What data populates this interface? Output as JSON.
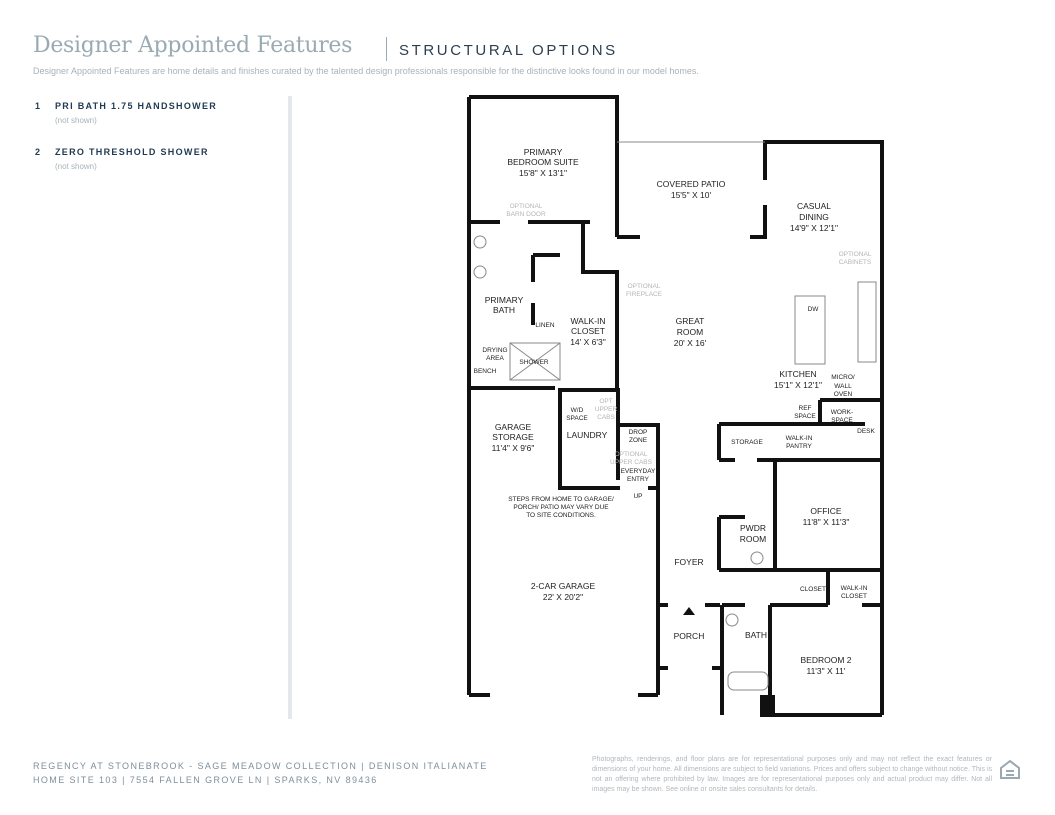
{
  "header": {
    "title": "Designer Appointed Features",
    "subtitle": "STRUCTURAL OPTIONS",
    "description": "Designer Appointed Features are home details and finishes curated by the talented design professionals responsible for the distinctive looks found in our model homes."
  },
  "options": [
    {
      "number": "1",
      "label": "PRI BATH 1.75 HANDSHOWER",
      "note": "(not shown)"
    },
    {
      "number": "2",
      "label": "ZERO THRESHOLD SHOWER",
      "note": "(not shown)"
    }
  ],
  "plan": {
    "primary_bedroom": {
      "l1": "PRIMARY",
      "l2": "BEDROOM SUITE",
      "dim": "15'8\" X 13'1\""
    },
    "covered_patio": {
      "l1": "COVERED PATIO",
      "dim": "15'5\" X 10'"
    },
    "casual_dining": {
      "l1": "CASUAL",
      "l2": "DINING",
      "dim": "14'9\" X 12'1\""
    },
    "barn_door": {
      "l1": "OPTIONAL",
      "l2": "BARN DOOR"
    },
    "optional_cabinets": {
      "l1": "OPTIONAL",
      "l2": "CABINETS"
    },
    "optional_fireplace": {
      "l1": "OPTIONAL",
      "l2": "FIREPLACE"
    },
    "primary_bath": {
      "l1": "PRIMARY",
      "l2": "BATH"
    },
    "linen": "LINEN",
    "walkin_closet": {
      "l1": "WALK-IN",
      "l2": "CLOSET",
      "dim": "14' X 6'3\""
    },
    "great_room": {
      "l1": "GREAT",
      "l2": "ROOM",
      "dim": "20' X 16'"
    },
    "dw": "DW",
    "drying_area": {
      "l1": "DRYING",
      "l2": "AREA"
    },
    "shower": "SHOWER",
    "bench": "BENCH",
    "kitchen": {
      "l1": "KITCHEN",
      "dim": "15'1\" X 12'1\""
    },
    "micro_wall_oven": {
      "l1": "MICRO/",
      "l2": "WALL",
      "l3": "OVEN"
    },
    "garage_storage": {
      "l1": "GARAGE",
      "l2": "STORAGE",
      "dim": "11'4\" X 9'6\""
    },
    "wd_space": {
      "l1": "W/D",
      "l2": "SPACE"
    },
    "opt_upper_cabs": {
      "l1": "OPT",
      "l2": "UPPER",
      "l3": "CABS"
    },
    "laundry": "LAUNDRY",
    "drop_zone": {
      "l1": "DROP",
      "l2": "ZONE"
    },
    "optional_upper_cabs": {
      "l1": "OPTIONAL",
      "l2": "UPPER CABS"
    },
    "everyday_entry": {
      "l1": "EVERYDAY",
      "l2": "ENTRY"
    },
    "up": "UP",
    "ref_space": {
      "l1": "REF",
      "l2": "SPACE"
    },
    "workspace": {
      "l1": "WORK-",
      "l2": "SPACE"
    },
    "desk": "DESK",
    "storage": "STORAGE",
    "walkin_pantry": {
      "l1": "WALK-IN",
      "l2": "PANTRY"
    },
    "steps_note": {
      "l1": "STEPS FROM HOME TO GARAGE/",
      "l2": "PORCH/ PATIO MAY VARY DUE",
      "l3": "TO SITE CONDITIONS."
    },
    "office": {
      "l1": "OFFICE",
      "dim": "11'8\" X 11'3\""
    },
    "pwdr_room": {
      "l1": "PWDR",
      "l2": "ROOM"
    },
    "foyer": "FOYER",
    "garage": {
      "l1": "2-CAR GARAGE",
      "dim": "22' X 20'2\""
    },
    "closet": "CLOSET",
    "walkin_closet2": {
      "l1": "WALK-IN",
      "l2": "CLOSET"
    },
    "porch": "PORCH",
    "bath": "BATH",
    "bedroom2": {
      "l1": "BEDROOM 2",
      "dim": "11'3\" X 11'"
    }
  },
  "footer": {
    "line1": "REGENCY AT STONEBROOK - SAGE MEADOW COLLECTION  |  DENISON ITALIANATE",
    "line2": "HOME SITE 103  |  7554 FALLEN GROVE LN  |  SPARKS, NV 89436",
    "legal": "Photographs, renderings, and floor plans are for representational purposes only and may not reflect the exact features or dimensions of your home. All dimensions are subject to field variations. Prices and offers subject to change without notice. This is not an offering where prohibited by law. Images are for representational purposes only and actual product may differ. Not all images may be shown. See online or onsite sales consultants for details."
  }
}
